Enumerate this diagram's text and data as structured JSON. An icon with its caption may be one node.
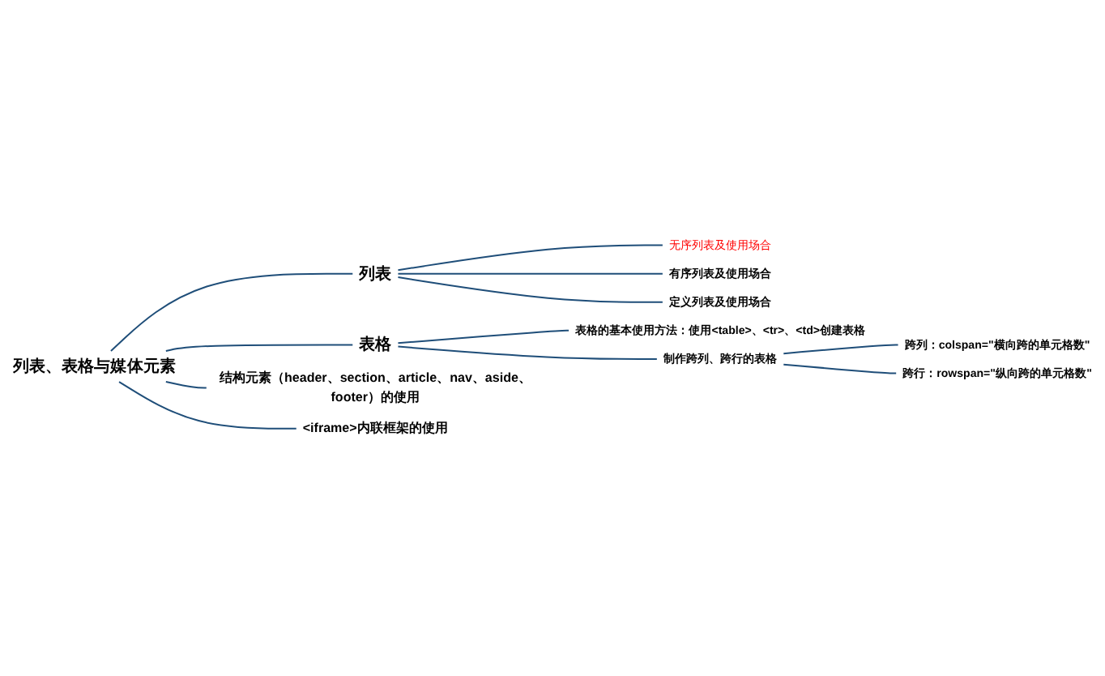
{
  "diagram": {
    "nodes": [
      {
        "text": [
          "列表、表格与媒体元素"
        ]
      },
      {
        "text": [
          "列表"
        ]
      },
      {
        "text": [
          "无序列表及使用场合"
        ]
      },
      {
        "text": [
          "有序列表及使用场合"
        ]
      },
      {
        "text": [
          "定义列表及使用场合"
        ]
      },
      {
        "text": [
          "表格"
        ]
      },
      {
        "text": [
          "表格的基本使用方法：使用<table>、<tr>、<td>创建表格"
        ]
      },
      {
        "text": [
          "制作跨列、跨行的表格"
        ]
      },
      {
        "text": [
          "跨列：colspan=\"横向跨的单元格数\""
        ]
      },
      {
        "text": [
          "跨行：rowspan=\"纵向跨的单元格数\""
        ]
      },
      {
        "text": [
          "结构元素（header、section、article、nav、aside、footer）的使用"
        ]
      },
      {
        "text": [
          "<iframe>内联框架的使用"
        ]
      }
    ],
    "edges": [
      {
        "from": 0,
        "to": 1,
        "arrow": "none"
      },
      {
        "from": 1,
        "to": 2,
        "arrow": "none"
      },
      {
        "from": 1,
        "to": 3,
        "arrow": "none"
      },
      {
        "from": 1,
        "to": 4,
        "arrow": "none"
      },
      {
        "from": 0,
        "to": 5,
        "arrow": "none"
      },
      {
        "from": 5,
        "to": 6,
        "arrow": "none"
      },
      {
        "from": 5,
        "to": 7,
        "arrow": "none"
      },
      {
        "from": 7,
        "to": 8,
        "arrow": "none"
      },
      {
        "from": 7,
        "to": 9,
        "arrow": "none"
      },
      {
        "from": 0,
        "to": 10,
        "arrow": "none"
      },
      {
        "from": 0,
        "to": 11,
        "arrow": "none"
      }
    ]
  }
}
